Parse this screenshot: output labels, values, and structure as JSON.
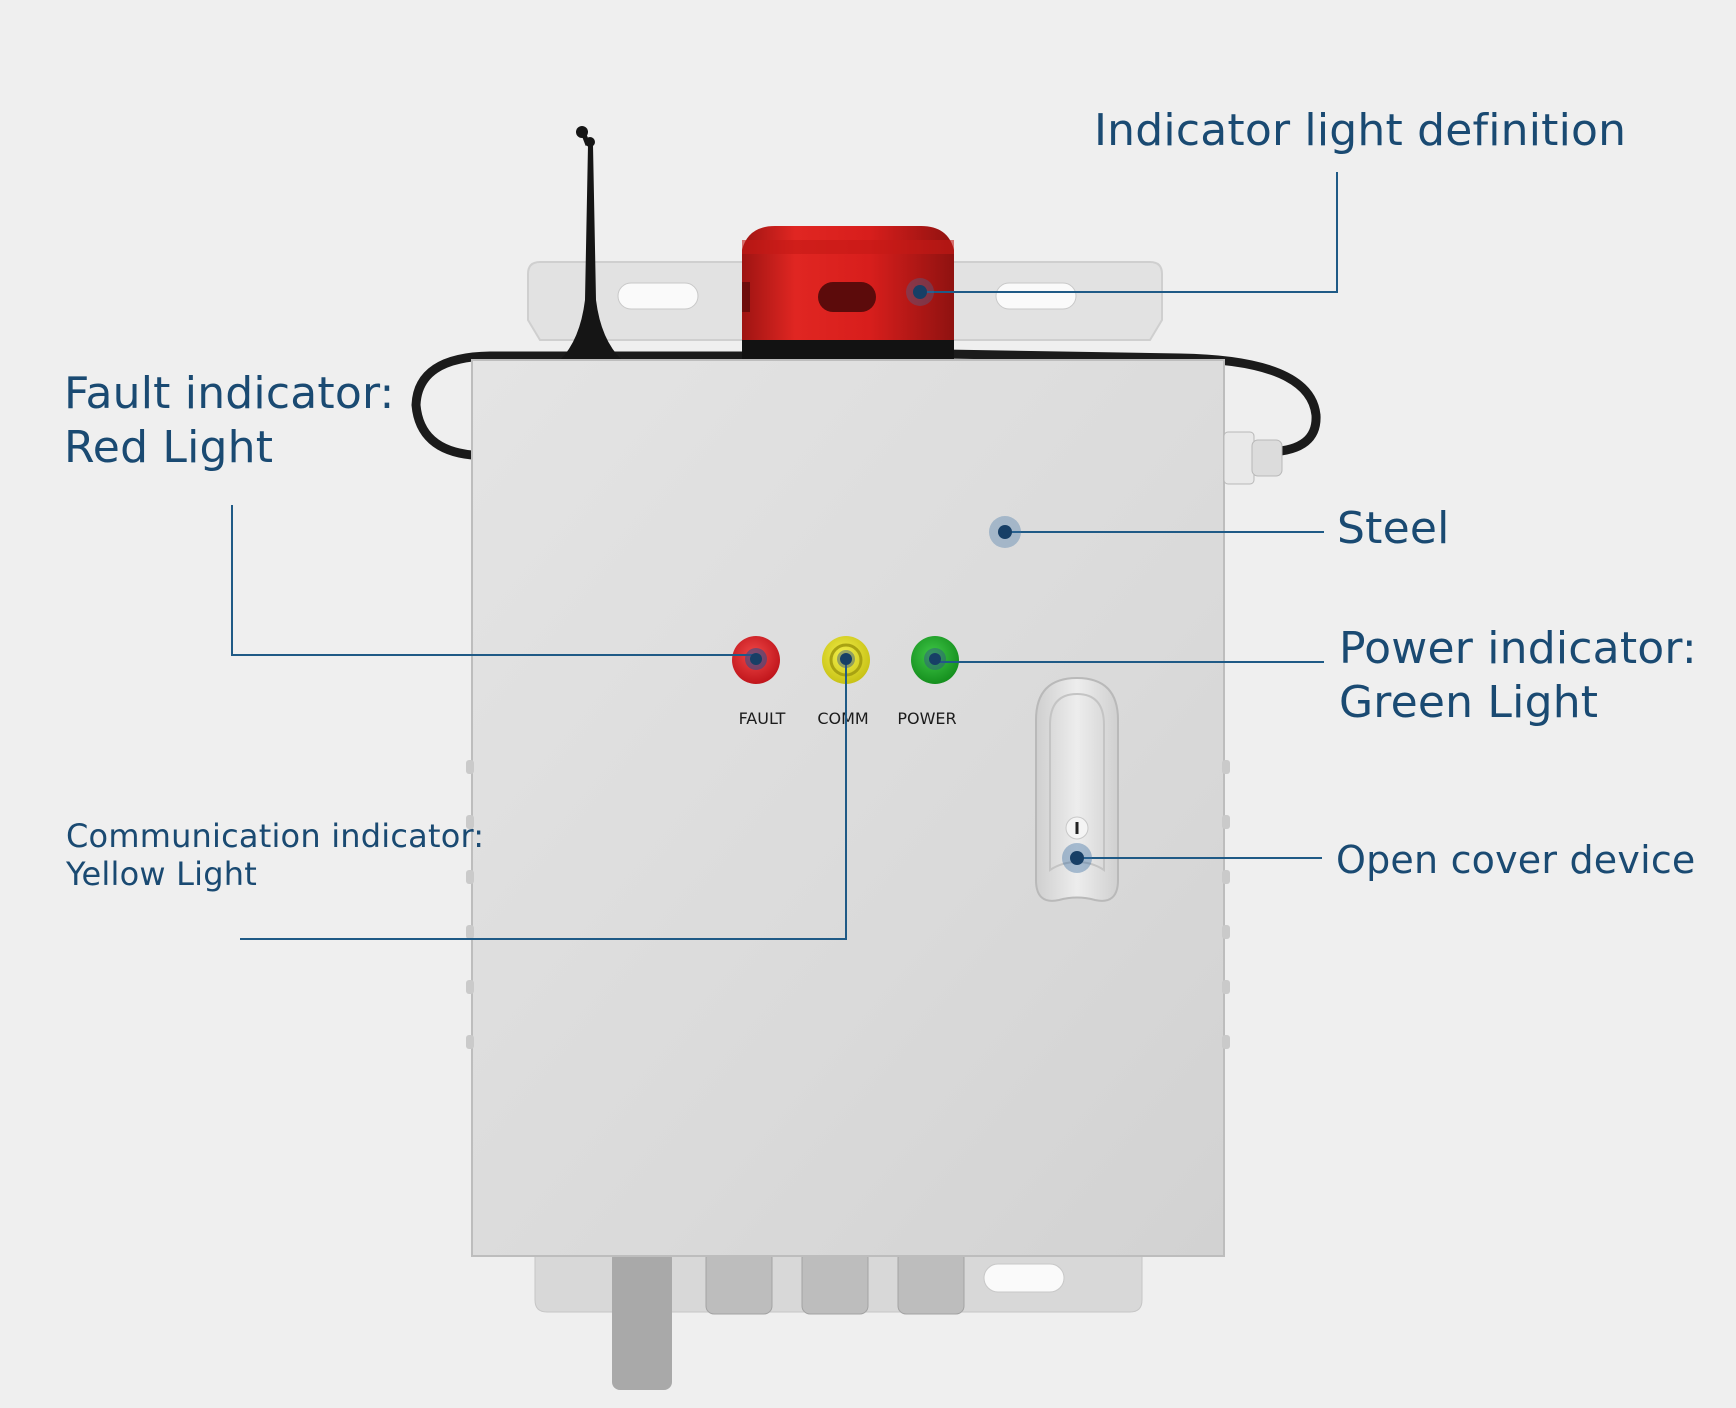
{
  "labels": {
    "indicator_light": "Indicator light definition",
    "fault": [
      "Fault indicator:",
      "Red Light"
    ],
    "steel": "Steel",
    "power": [
      "Power indicator:",
      "Green Light"
    ],
    "communication": [
      "Communication indicator:",
      "Yellow Light"
    ],
    "open_cover": "Open cover device"
  },
  "panel_labels": {
    "fault": "FAULT",
    "comm": "COMM",
    "power": "POWER"
  },
  "colors": {
    "label_text": "#1a4a72",
    "leader_line": "#1f5a86",
    "fault_light": "#d81e25",
    "comm_light": "#d9d419",
    "power_light": "#20a529",
    "beacon": "#d8211f",
    "enclosure": "#dcdcdc",
    "background": "#efefef"
  }
}
